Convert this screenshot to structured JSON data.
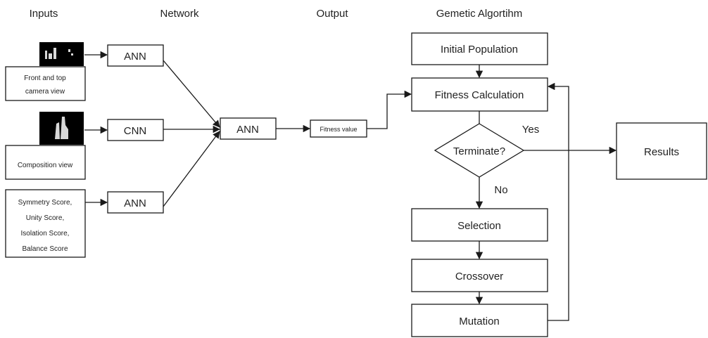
{
  "headers": {
    "inputs": "Inputs",
    "network": "Network",
    "output": "Output",
    "ga": "Gemetic Algortihm"
  },
  "inputs": {
    "front_top_line1": "Front and top",
    "front_top_line2": "camera view",
    "composition": "Composition view",
    "scores": [
      "Symmetry Score,",
      "Unity Score,",
      "Isolation Score,",
      "Balance Score"
    ]
  },
  "network": {
    "ann_top": "ANN",
    "cnn": "CNN",
    "ann_bottom": "ANN",
    "ann_merge": "ANN"
  },
  "output": {
    "fitness_value": "Fitness value"
  },
  "ga": {
    "initial_population": "Initial Population",
    "fitness_calculation": "Fitness Calculation",
    "terminate": "Terminate?",
    "yes": "Yes",
    "no": "No",
    "selection": "Selection",
    "crossover": "Crossover",
    "mutation": "Mutation",
    "results": "Results"
  },
  "colors": {
    "stroke": "#1a1a1a",
    "thumbnail_bg": "#000000",
    "thumbnail_fg": "#d8d8d8"
  }
}
